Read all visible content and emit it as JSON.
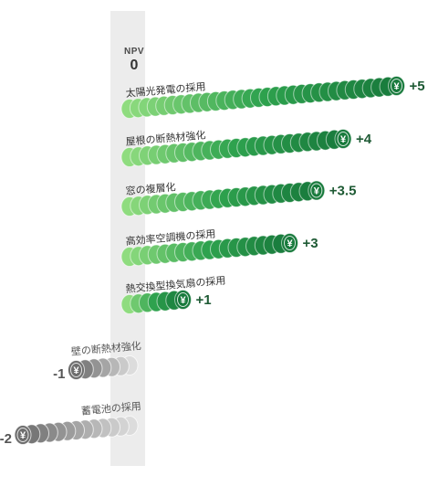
{
  "chart_data": {
    "type": "bar",
    "orientation": "horizontal",
    "axis_label": "NPV",
    "zero_label": "0",
    "categories": [
      "太陽光発電の採用",
      "屋根の断熱材強化",
      "窓の複層化",
      "高効率空調機の採用",
      "熱交換型換気扇の採用",
      "壁の断熱材強化",
      "蓄電池の採用"
    ],
    "values": [
      5,
      4,
      3.5,
      3,
      1,
      -1,
      -2
    ],
    "value_labels": [
      "+5",
      "+4",
      "+3.5",
      "+3",
      "+1",
      "-1",
      "-2"
    ],
    "coin_symbol": "¥",
    "xlim": [
      -2,
      5
    ],
    "grid": false,
    "legend": "none",
    "colors": {
      "positive_dark": "#187a3c",
      "positive_mid": "#2ea24e",
      "positive_light": "#8fdc7f",
      "negative_dark": "#6e6e6e",
      "negative_light": "#dcdcdc",
      "axis_band": "#ececec",
      "positive_text": "#1e5a34",
      "negative_text": "#555555"
    }
  }
}
